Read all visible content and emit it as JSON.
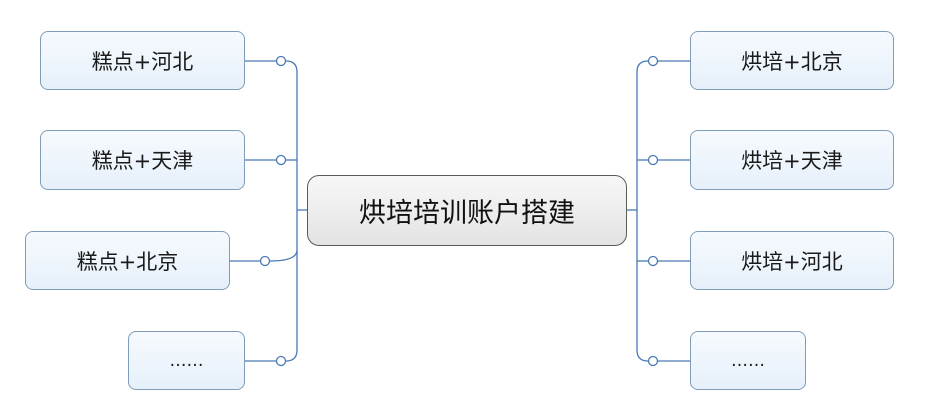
{
  "root": {
    "label": "烘培培训账户搭建"
  },
  "left_branches": [
    {
      "label": "糕点+河北"
    },
    {
      "label": "糕点+天津"
    },
    {
      "label": "糕点+北京"
    },
    {
      "label": "……"
    }
  ],
  "right_branches": [
    {
      "label": "烘培+北京"
    },
    {
      "label": "烘培+天津"
    },
    {
      "label": "烘培+河北"
    },
    {
      "label": "……"
    }
  ],
  "colors": {
    "connector": "#4a7ab5",
    "node_border": "#7f9db9",
    "root_border": "#5b5b5b"
  }
}
